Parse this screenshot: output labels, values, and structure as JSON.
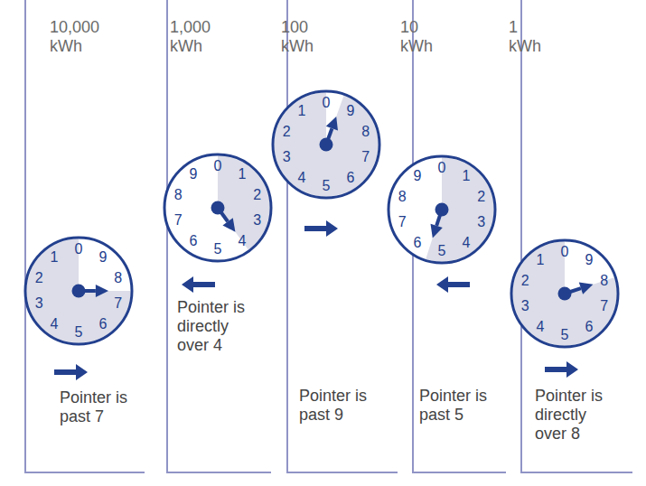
{
  "diagram": {
    "nodes": [
      {
        "text": [
          "0",
          "1",
          "2",
          "3",
          "4",
          "5",
          "6",
          "7",
          "8",
          "9"
        ]
      },
      {
        "text": [
          "0",
          "1",
          "2",
          "3",
          "4",
          "5",
          "6",
          "7",
          "8",
          "9"
        ]
      },
      {
        "text": [
          "0",
          "1",
          "2",
          "3",
          "4",
          "5",
          "6",
          "7",
          "8",
          "9"
        ]
      },
      {
        "text": [
          "0",
          "1",
          "2",
          "3",
          "4",
          "5",
          "6",
          "7",
          "8",
          "9"
        ]
      },
      {
        "text": [
          "0",
          "1",
          "2",
          "3",
          "4",
          "5",
          "6",
          "7",
          "8",
          "9"
        ]
      }
    ],
    "labels": [
      "10,000 kWh",
      "1,000 kWh",
      "100 kWh",
      "10 kWh",
      "1 kWh",
      "Pointer is past 7",
      "Pointer is directly over 4",
      "Pointer is past 9",
      "Pointer is past 5",
      "Pointer is directly over 8"
    ]
  }
}
